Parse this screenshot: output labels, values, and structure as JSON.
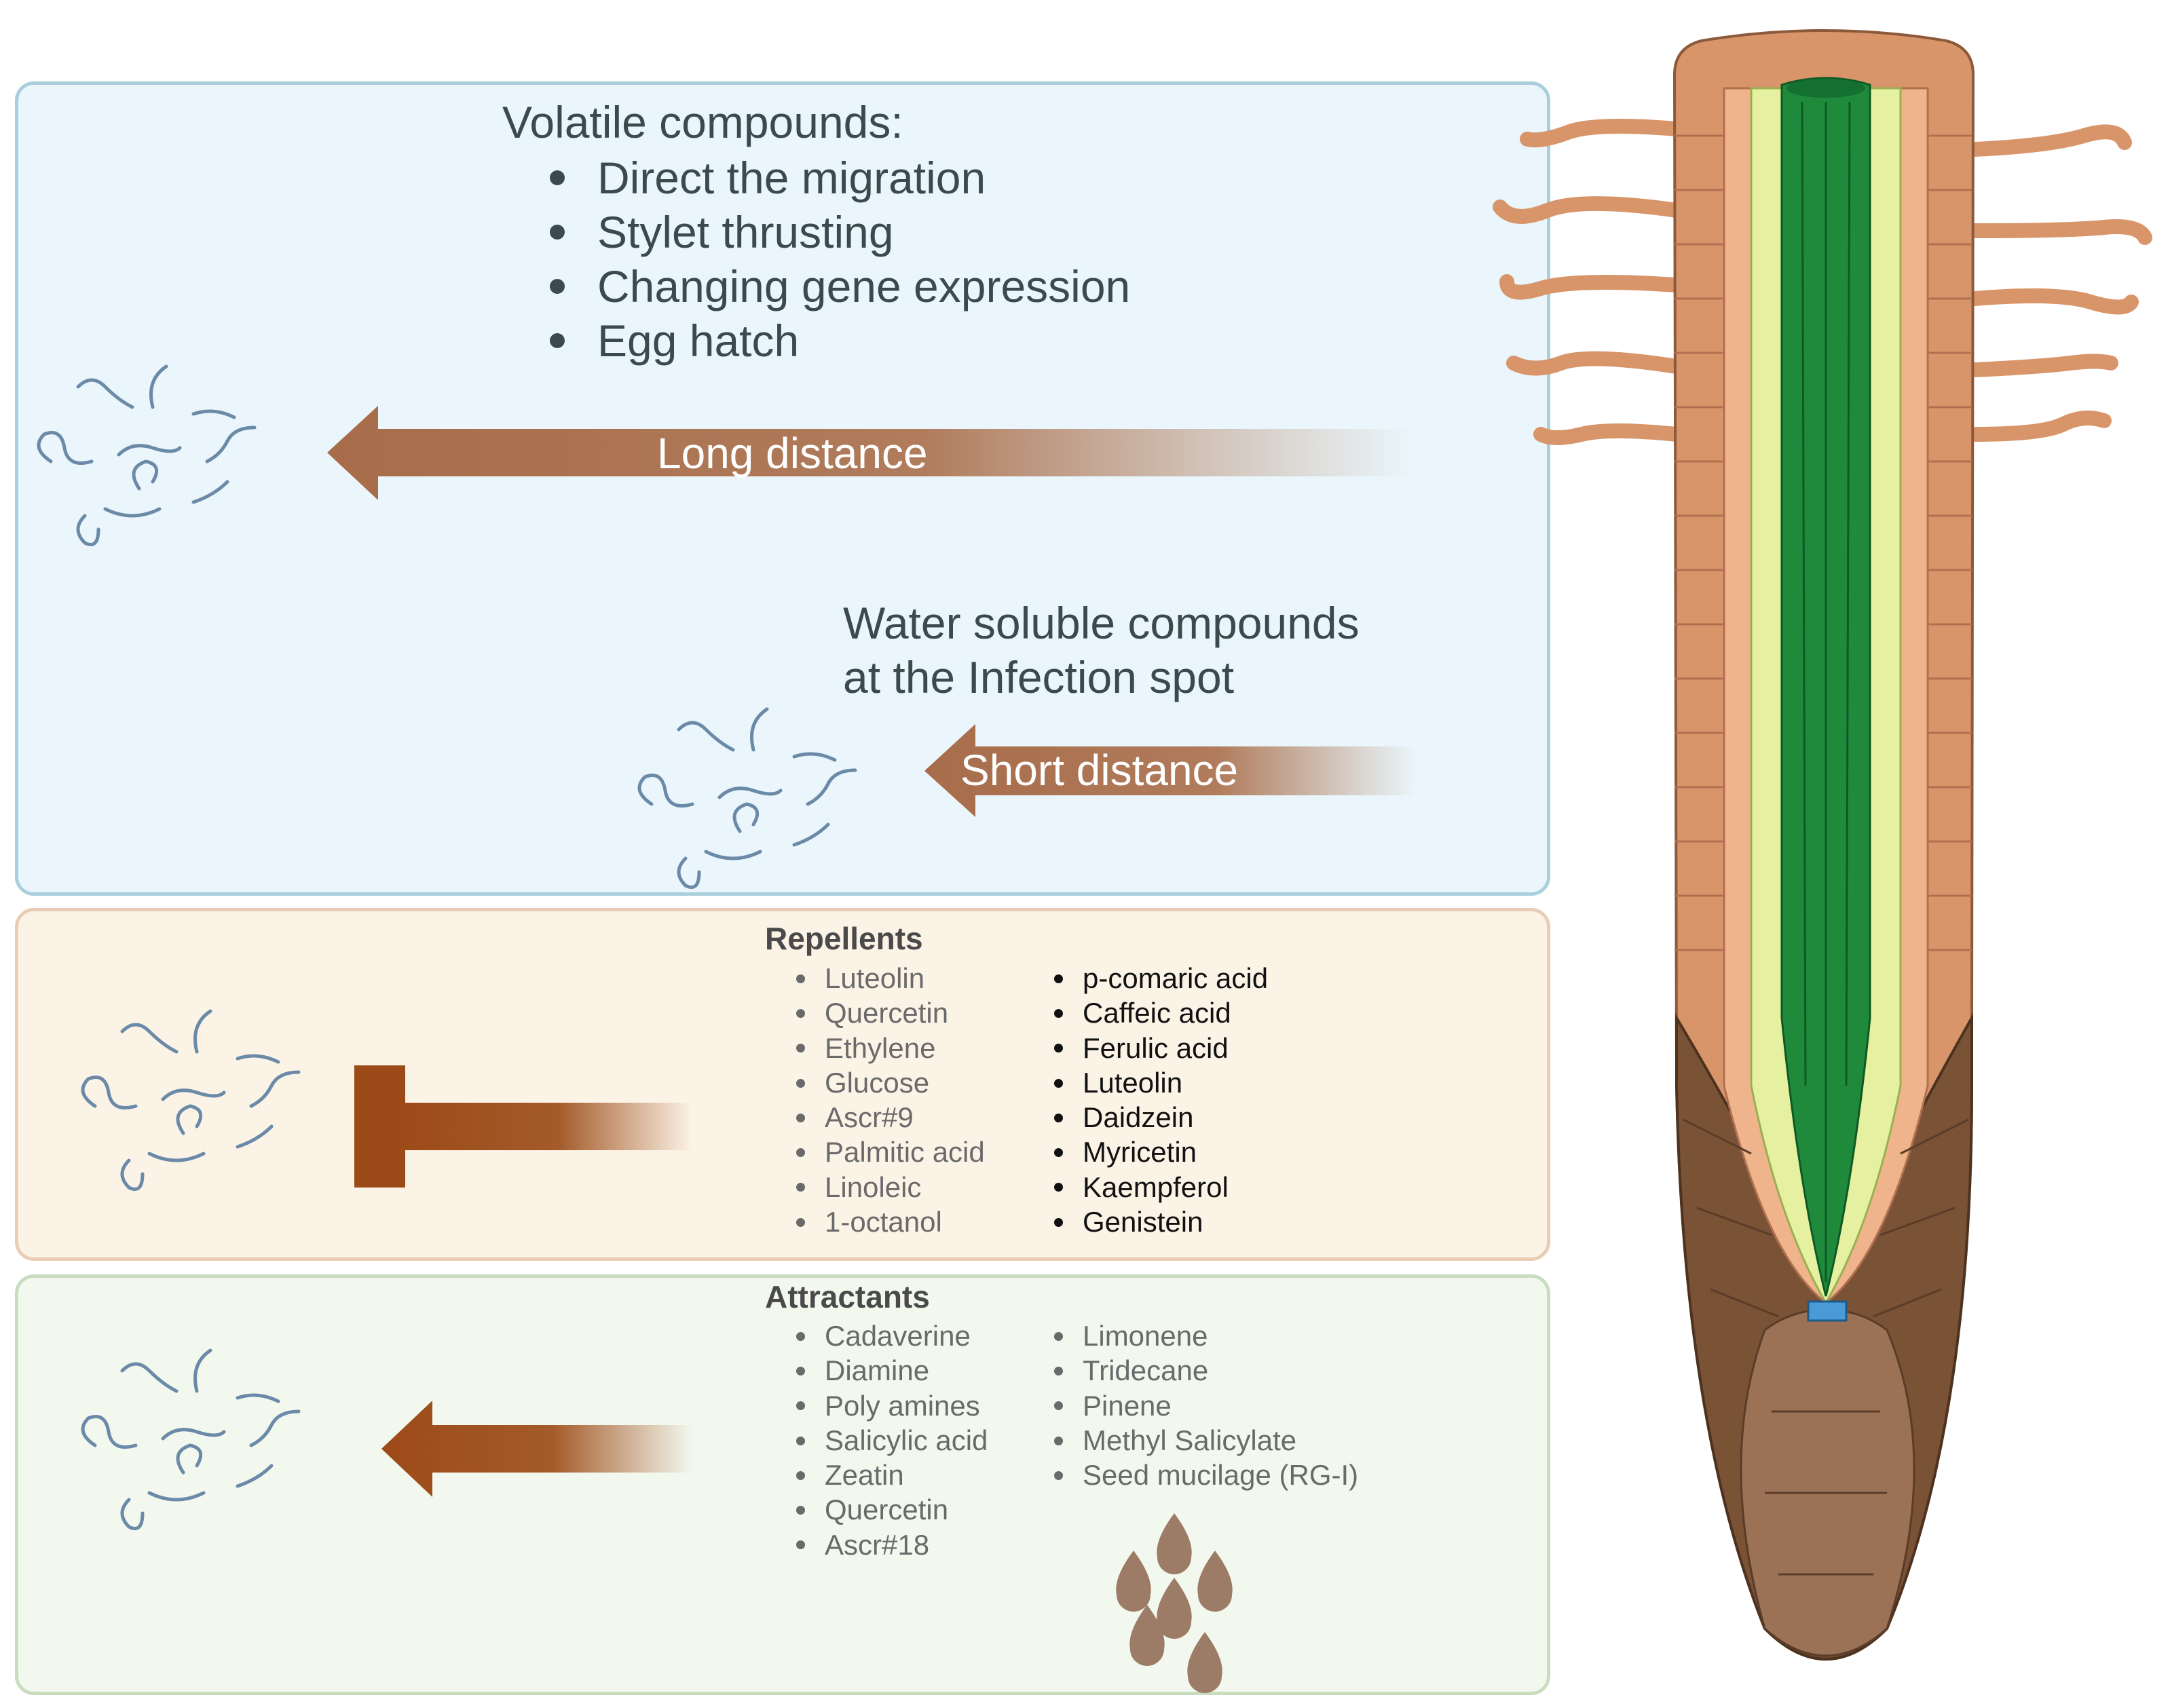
{
  "volatile": {
    "title": "Volatile compounds:",
    "items": [
      "Direct the migration",
      "Stylet thrusting",
      "Changing gene expression",
      "Egg hatch"
    ],
    "arrow_label": "Long distance"
  },
  "water_soluble": {
    "title_line1": "Water soluble compounds",
    "title_line2": "at the Infection spot",
    "arrow_label": "Short distance"
  },
  "repellents": {
    "title": "Repellents",
    "col1": [
      "Luteolin",
      "Quercetin",
      "Ethylene",
      "Glucose",
      "Ascr#9",
      "Palmitic acid",
      "Linoleic",
      "1-octanol"
    ],
    "col2": [
      "p-comaric acid",
      "Caffeic acid",
      "Ferulic acid",
      "Luteolin",
      "Daidzein",
      "Myricetin",
      "Kaempferol",
      "Genistein"
    ]
  },
  "attractants": {
    "title": "Attractants",
    "col1": [
      "Cadaverine",
      "Diamine",
      "Poly amines",
      "Salicylic acid",
      "Zeatin",
      "Quercetin",
      "Ascr#18"
    ],
    "col2": [
      "Limonene",
      "Tridecane",
      "Pinene",
      "Methyl Salicylate",
      "Seed mucilage (RG-I)"
    ]
  },
  "colors": {
    "arrow_brown": "#a86c4a",
    "block_brown": "#9c4a17",
    "nematode_blue": "#6a8aa8",
    "root_orange": "#d9956a",
    "root_cap": "#9c7257",
    "stele_green": "#1f8a3c",
    "pericycle_yellow": "#e5f0a0"
  }
}
